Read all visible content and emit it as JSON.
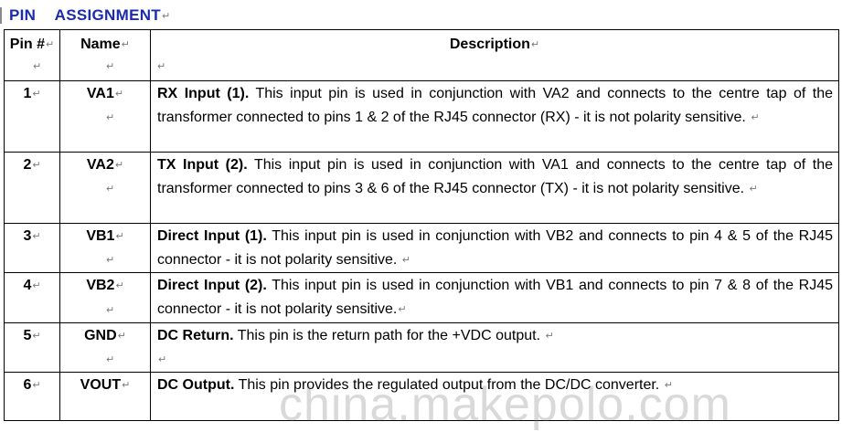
{
  "section_title": "PIN ASSIGNMENT",
  "para_mark": "↵",
  "headers": {
    "pin": "Pin #",
    "name": "Name",
    "description": "Description"
  },
  "rows": [
    {
      "pin": "1",
      "name": "VA1",
      "lead": "RX Input (1).",
      "text": " This input pin is used in conjunction with VA2 and connects to the centre tap of the transformer connected to pins 1 & 2 of the RJ45 connector (RX) - it is not polarity sensitive."
    },
    {
      "pin": "2",
      "name": "VA2",
      "lead": "TX Input (2).",
      "text": " This input pin is used in conjunction with VA1 and connects to the centre tap of the transformer connected to pins 3 & 6 of the RJ45 connector (TX) - it is not polarity sensitive."
    },
    {
      "pin": "3",
      "name": "VB1",
      "lead": "Direct Input (1).",
      "text": " This input pin is used in conjunction with VB2 and connects to pin 4 & 5 of the RJ45 connector - it is not polarity sensitive."
    },
    {
      "pin": "4",
      "name": "VB2",
      "lead": "Direct Input (2).",
      "text": " This input pin is used in conjunction with VB1 and connects to pin 7 & 8 of the RJ45 connector - it is not polarity sensitive."
    },
    {
      "pin": "5",
      "name": "GND",
      "lead": "DC Return.",
      "text": " This pin is the return path for the +VDC output."
    },
    {
      "pin": "6",
      "name": "VOUT",
      "lead": "DC Output.",
      "text": " This pin provides the regulated output from the DC/DC converter."
    }
  ],
  "watermark": "china.makepolo.com"
}
